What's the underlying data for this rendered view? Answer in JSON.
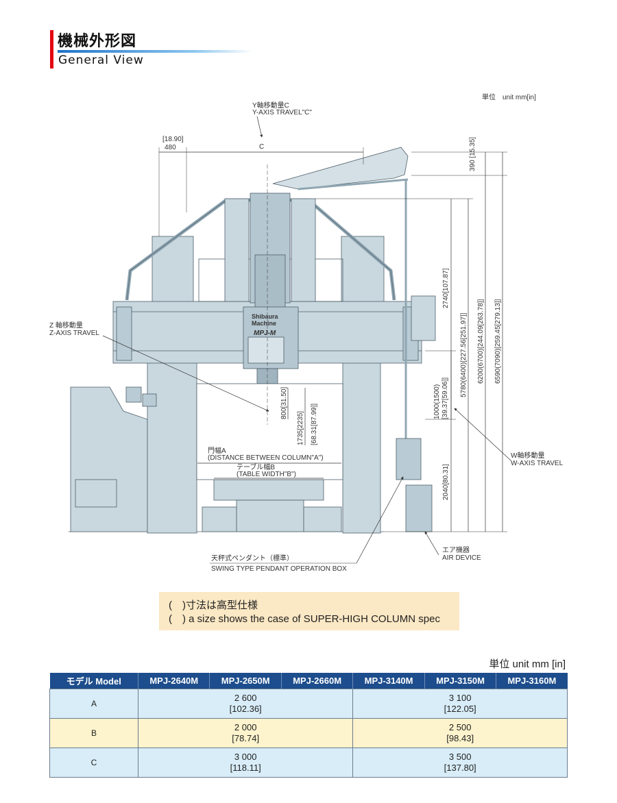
{
  "header": {
    "title": "機械外形図",
    "subtitle": "General View"
  },
  "drawing": {
    "unit_note": "単位　unit mm[in]",
    "y_axis_jp": "Y軸移動量C",
    "y_axis_en": "Y-AXIS TRAVEL\"C\"",
    "dim_top_in": "[18.90]",
    "dim_top_mm": "480",
    "dim_c": "C",
    "z_axis_jp": "Z 軸移動量",
    "z_axis_en": "Z-AXIS TRAVEL",
    "dim_800": "800[31.50]",
    "dim_1735": "1735[2235]",
    "dim_1735_in": "[68.31[87.99]]",
    "colwidth_jp": "門幅A",
    "colwidth_en": "(DISTANCE BETWEEN COLUMN\"A\")",
    "tablewidth_jp": "テーブル幅B",
    "tablewidth_en": "(TABLE WIDTH\"B\")",
    "dim_390": "390 [15.35]",
    "dim_2740": "2740[107.87]",
    "dim_5780": "5780(6400)[227.56[251.97]]",
    "dim_6200": "6200(6700)[244.09[263.78]]",
    "dim_6590": "6590(7090)[259.45[279.13]]",
    "dim_1000": "1000(1500)",
    "dim_1000_in": "[39.37[59.06]]",
    "dim_2040": "2040[80.31]",
    "w_axis_jp": "W軸移動量",
    "w_axis_en": "W-AXIS TRAVEL",
    "air_jp": "エア機器",
    "air_en": "AIR DEVICE",
    "pendant_jp": "天秤式ペンダント（標準）",
    "pendant_en": "SWING TYPE PENDANT OPERATION BOX",
    "brand_1": "Shibaura",
    "brand_2": "Machine",
    "model_badge": "MPJ-M"
  },
  "note": {
    "line1": "(　)寸法は高型仕様",
    "line2": "(　) a size shows the case of SUPER-HIGH COLUMN spec"
  },
  "spec_table": {
    "unit": "単位 unit mm [in]",
    "header_label": "モデル Model",
    "models": [
      "MPJ-2640M",
      "MPJ-2650M",
      "MPJ-2660M",
      "MPJ-3140M",
      "MPJ-3150M",
      "MPJ-3160M"
    ],
    "rows": [
      {
        "label": "A",
        "g1": "2 600",
        "g1_in": "[102.36]",
        "g2": "3 100",
        "g2_in": "[122.05]"
      },
      {
        "label": "B",
        "g1": "2 000",
        "g1_in": "[78.74]",
        "g2": "2 500",
        "g2_in": "[98.43]"
      },
      {
        "label": "C",
        "g1": "3 000",
        "g1_in": "[118.11]",
        "g2": "3 500",
        "g2_in": "[137.80]"
      }
    ]
  },
  "colors": {
    "accent_red": "#e30613",
    "header_blue": "#1d4d8c",
    "machine_fill": "#c9d8df",
    "row_blue": "#d8edf8",
    "row_yellow": "#fdf3cc",
    "note_bg": "#fbe8c4"
  }
}
